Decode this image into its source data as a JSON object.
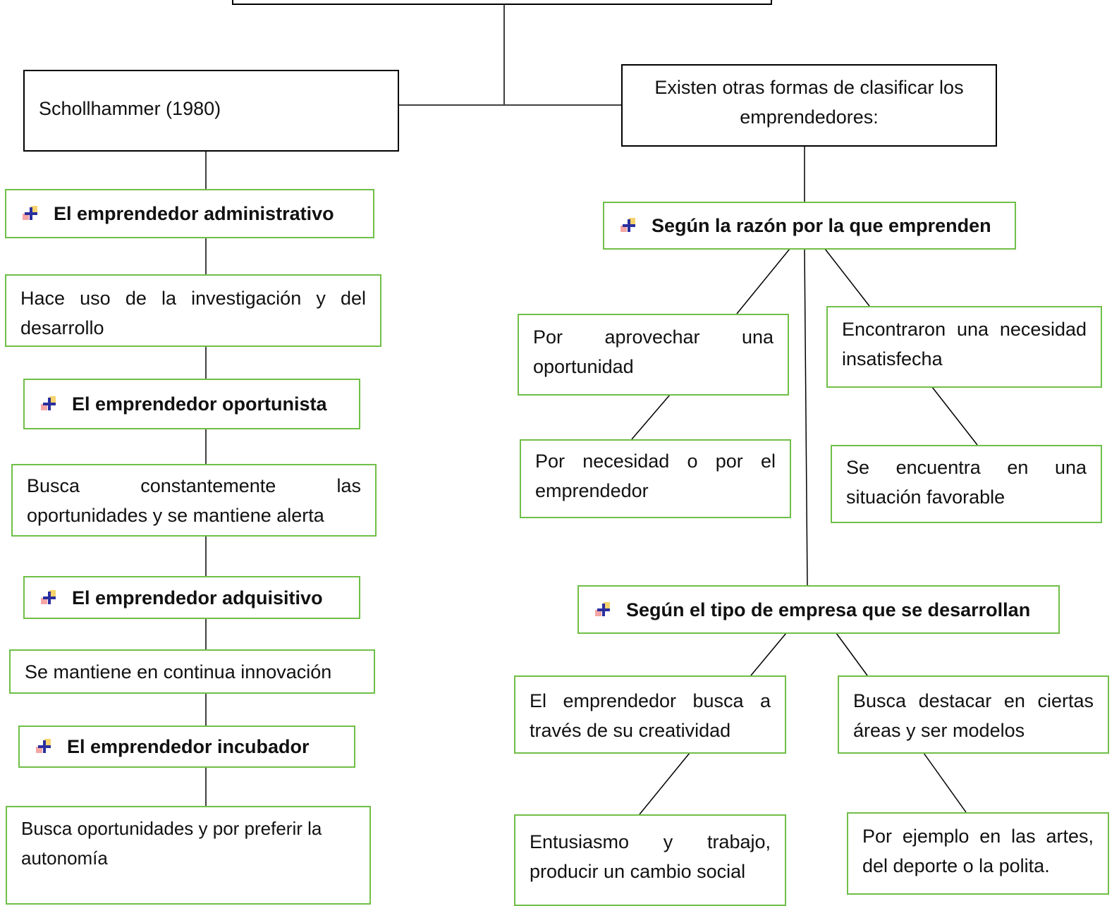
{
  "root": {
    "left_branch": "Schollhammer (1980)",
    "right_branch": "Existen otras formas de clasificar los emprendedores:"
  },
  "left": {
    "types": [
      {
        "title": "El emprendedor administrativo",
        "description": "Hace uso de la investigación y del desarrollo"
      },
      {
        "title": "El emprendedor oportunista",
        "description": "Busca constantemente las oportunidades y se mantiene alerta"
      },
      {
        "title": "El emprendedor adquisitivo",
        "description": "Se mantiene en continua innovación"
      },
      {
        "title": "El emprendedor incubador",
        "description": "Busca oportunidades y por preferir la autonomía"
      }
    ]
  },
  "right": {
    "reason": {
      "title": "Según la razón por la que emprenden",
      "options": [
        {
          "text": "Por aprovechar una oportunidad",
          "detail": "Por necesidad o por el emprendedor"
        },
        {
          "text": "Encontraron una necesidad insatisfecha",
          "detail": "Se encuentra en una situación favorable"
        }
      ]
    },
    "company": {
      "title": "Según el tipo de empresa que se desarrollan",
      "options": [
        {
          "text": "El emprendedor busca a través de su creatividad",
          "detail": "Entusiasmo y trabajo, producir un cambio social"
        },
        {
          "text": "Busca destacar en ciertas áreas y ser modelos",
          "detail": "Por ejemplo en las artes, del deporte o la polita."
        }
      ]
    }
  },
  "icons": {
    "heading_bullet": "colored-cross-bullet-icon"
  },
  "colors": {
    "box_border_green": "#6fbf47",
    "box_border_black": "#000000",
    "bullet_cross": "#2b2f9e"
  }
}
